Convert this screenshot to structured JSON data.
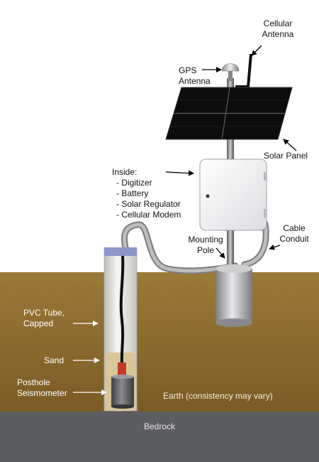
{
  "labels": {
    "cellular_antenna": [
      "Cellular",
      "Antenna"
    ],
    "gps_antenna": [
      "GPS",
      "Antenna"
    ],
    "solar_panel": "Solar Panel",
    "inside_title": "Inside:",
    "inside_items": [
      "- Digitizer",
      "- Battery",
      "- Solar Regulator",
      "- Cellular Modem"
    ],
    "cable_conduit": [
      "Cable",
      "Conduit"
    ],
    "mounting_pole": [
      "Mounting",
      "Pole"
    ],
    "pvc_tube": [
      "PVC Tube,",
      "Capped"
    ],
    "sand": "Sand",
    "posthole_seismometer": [
      "Posthole",
      "Seismometer"
    ],
    "earth": "Earth (consistency may vary)",
    "bedrock": "Bedrock"
  },
  "colors": {
    "earth": "#8a6a2e",
    "bedrock": "#5b5d60",
    "solar_panel": "#111111",
    "enclosure": "#f2f3f4",
    "pvc_tube": "#e9e9e6",
    "tube_cap": "#8e95c9",
    "sand": "#d8c69a",
    "sensor_top": "#c0392b",
    "seismometer": "#6d6e70",
    "conduit": "#9a9a9a"
  }
}
